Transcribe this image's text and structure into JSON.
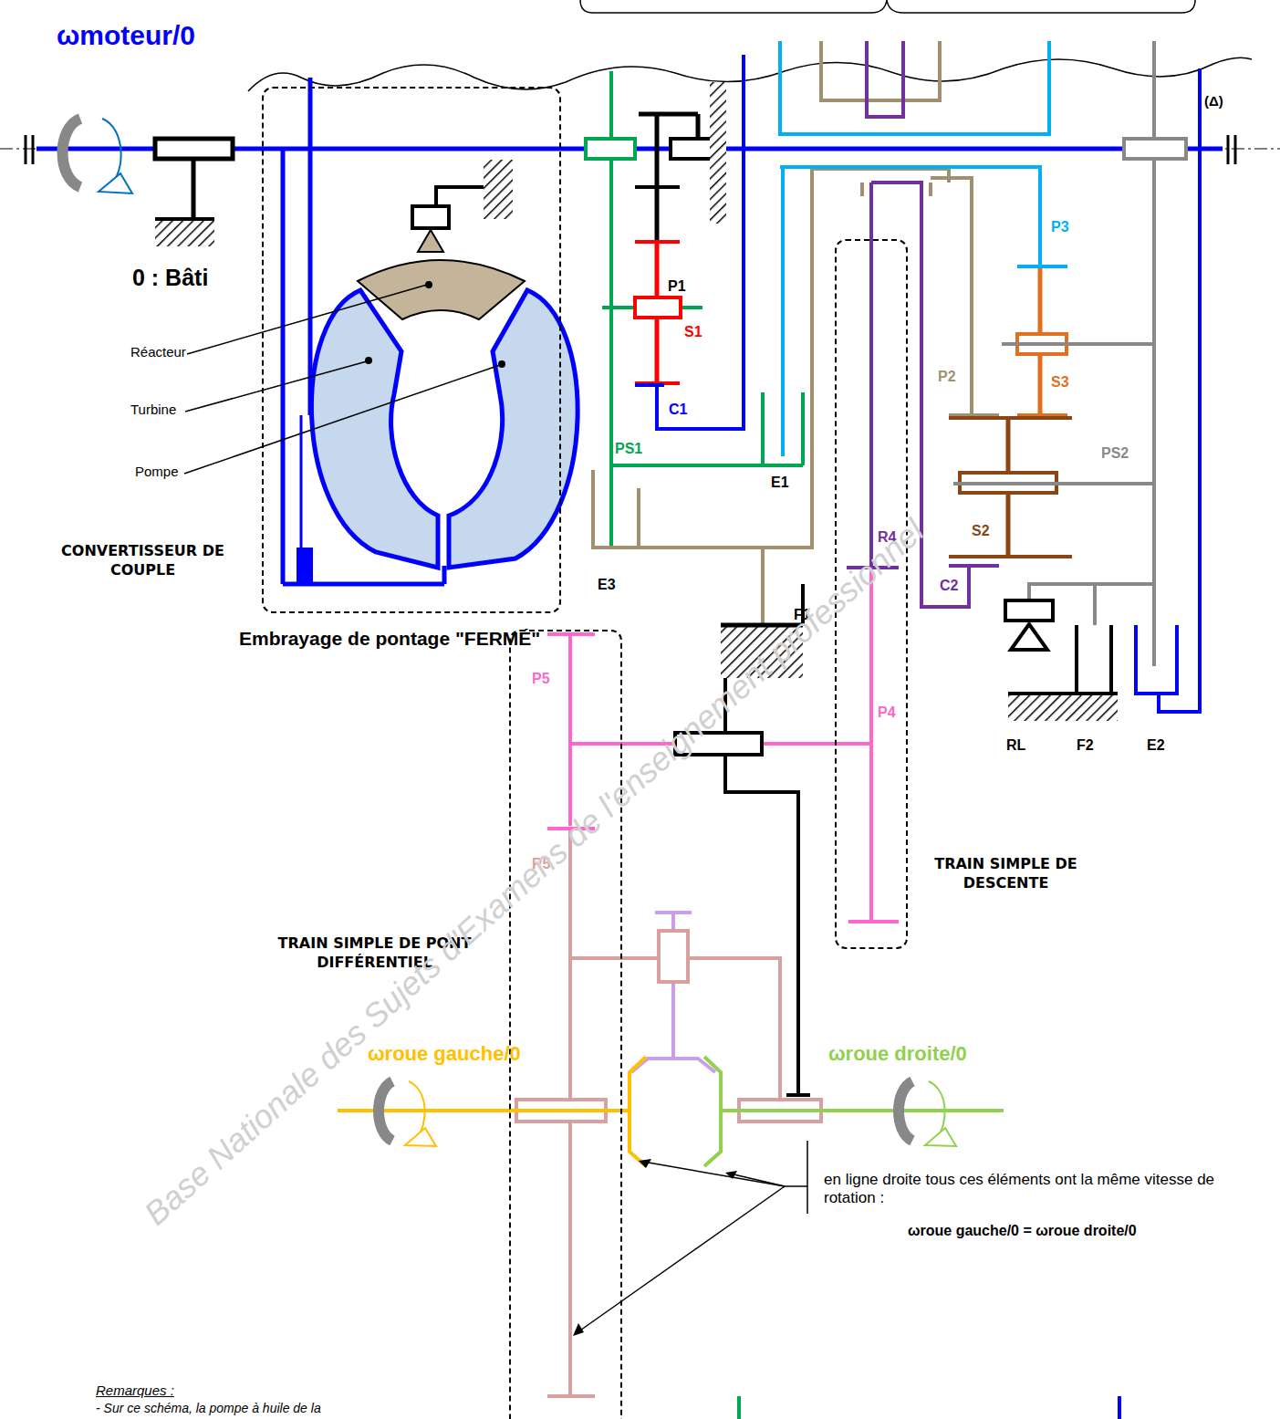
{
  "diagram": {
    "nodes": [
      {
        "text": [
          "CONVERTISSEUR DE COUPLE"
        ]
      },
      {
        "text": [
          "TRAIN SIMPLE DE DESCENTE"
        ]
      },
      {
        "text": [
          "TRAIN SIMPLE DE PONT DIFFÉRENTIEL"
        ]
      }
    ],
    "labels": [
      "ωmoteur/0",
      "0 : Bâti",
      "Réacteur",
      "Turbine",
      "Pompe",
      "Embrayage de pontage \"FERMÉ\"",
      "P1",
      "S1",
      "C1",
      "PS1",
      "E1",
      "E3",
      "F1",
      "P2",
      "P3",
      "S3",
      "S2",
      "PS2",
      "R4",
      "C2",
      "RL",
      "F2",
      "E2",
      "(Δ)",
      "P5",
      "P4",
      "R5",
      "ωroue gauche/0",
      "ωroue droite/0",
      "en ligne droite tous ces éléments ont la même vitesse de rotation :",
      "ωroue gauche/0 = ωroue droite/0",
      "Remarques :",
      "- Sur ce schéma, la pompe à huile de la",
      "Base Nationale des Sujets d'Examens de l'enseignement professionnel"
    ]
  }
}
